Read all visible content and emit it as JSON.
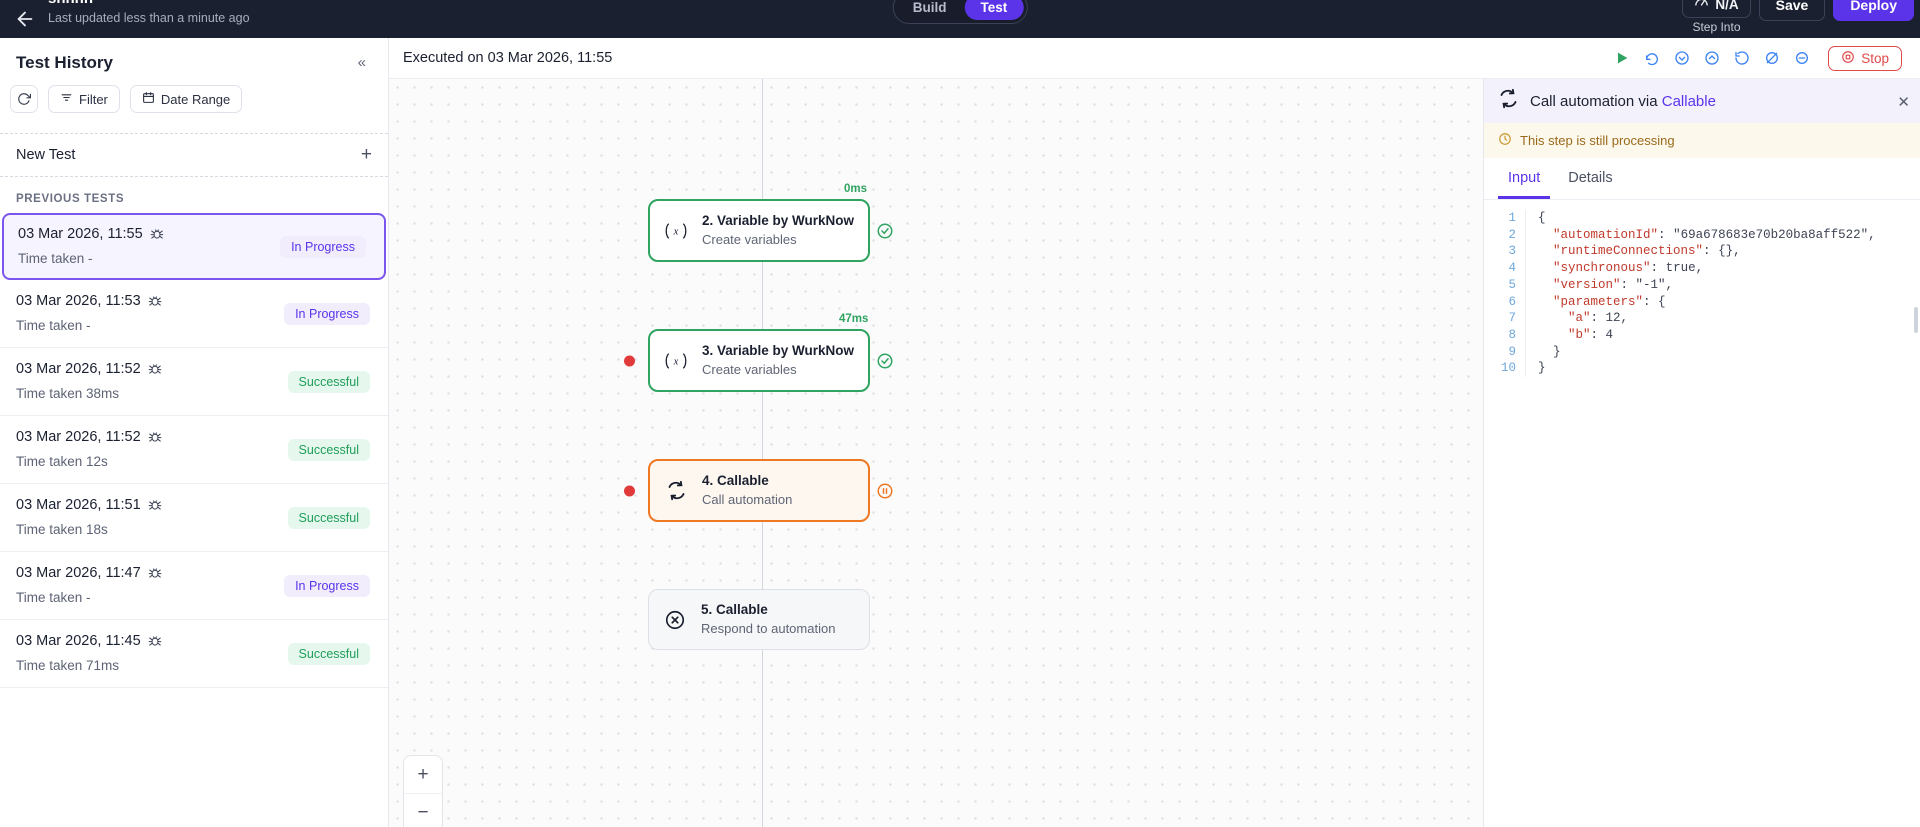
{
  "topbar": {
    "back_icon": "arrow-left-icon",
    "title": "shhhh",
    "subtitle": "Last updated less than a minute ago",
    "mode_build": "Build",
    "mode_test": "Test",
    "step_into_value": "N/A",
    "step_into_label": "Step Into",
    "save_label": "Save",
    "deploy_label": "Deploy",
    "accent": "#5b34ea"
  },
  "sidebar": {
    "title": "Test History",
    "collapse_icon": "chevron-double-left-icon",
    "refresh_icon": "refresh-icon",
    "filter_label": "Filter",
    "date_range_label": "Date Range",
    "new_test_label": "New Test",
    "new_test_plus": "+",
    "previous_tests_label": "PREVIOUS TESTS",
    "tests": [
      {
        "date": "03 Mar 2026, 11:55",
        "time_taken": "Time taken -",
        "status": "In Progress",
        "status_type": "inprogress",
        "selected": true
      },
      {
        "date": "03 Mar 2026, 11:53",
        "time_taken": "Time taken -",
        "status": "In Progress",
        "status_type": "inprogress",
        "selected": false
      },
      {
        "date": "03 Mar 2026, 11:52",
        "time_taken": "Time taken 38ms",
        "status": "Successful",
        "status_type": "successful",
        "selected": false
      },
      {
        "date": "03 Mar 2026, 11:52",
        "time_taken": "Time taken 12s",
        "status": "Successful",
        "status_type": "successful",
        "selected": false
      },
      {
        "date": "03 Mar 2026, 11:51",
        "time_taken": "Time taken 18s",
        "status": "Successful",
        "status_type": "successful",
        "selected": false
      },
      {
        "date": "03 Mar 2026, 11:47",
        "time_taken": "Time taken -",
        "status": "In Progress",
        "status_type": "inprogress",
        "selected": false
      },
      {
        "date": "03 Mar 2026, 11:45",
        "time_taken": "Time taken 71ms",
        "status": "Successful",
        "status_type": "successful",
        "selected": false
      }
    ]
  },
  "canvas": {
    "executed_on": "Executed on 03 Mar 2026, 11:55",
    "tools": [
      "play-icon",
      "step-over-icon",
      "step-into-icon",
      "step-out-icon",
      "restart-icon",
      "disable-breakpoints-icon",
      "resume-icon"
    ],
    "stop_label": "Stop",
    "zoom_in": "+",
    "zoom_out": "−",
    "nodes": [
      {
        "number": "2. Variable by WurkNow",
        "subtitle": "Create variables",
        "icon": "variable-icon",
        "time": "0ms",
        "state": "green",
        "status_icon": "check-circle-icon",
        "breakpoint": false
      },
      {
        "number": "3. Variable by WurkNow",
        "subtitle": "Create variables",
        "icon": "variable-icon",
        "time": "47ms",
        "state": "green",
        "status_icon": "check-circle-icon",
        "breakpoint": true
      },
      {
        "number": "4. Callable",
        "subtitle": "Call automation",
        "icon": "callable-refresh-icon",
        "time": "",
        "state": "orange",
        "status_icon": "pause-circle-icon",
        "breakpoint": true
      },
      {
        "number": "5. Callable",
        "subtitle": "Respond to automation",
        "icon": "cancel-circle-icon",
        "time": "",
        "state": "grey",
        "status_icon": "",
        "breakpoint": false
      }
    ]
  },
  "rpanel": {
    "header_prefix": "Call automation via ",
    "header_accent": "Callable",
    "header_icon": "callable-refresh-icon",
    "close_icon": "close-icon",
    "processing_icon": "clock-icon",
    "processing_text": "This step is still processing",
    "tabs": [
      {
        "label": "Input",
        "active": true
      },
      {
        "label": "Details",
        "active": false
      }
    ],
    "code_lines": [
      {
        "n": "1",
        "text": "{"
      },
      {
        "n": "2",
        "text": "  \"automationId\": \"69a678683e70b20ba8aff522\","
      },
      {
        "n": "3",
        "text": "  \"runtimeConnections\": {},"
      },
      {
        "n": "4",
        "text": "  \"synchronous\": true,"
      },
      {
        "n": "5",
        "text": "  \"version\": \"-1\","
      },
      {
        "n": "6",
        "text": "  \"parameters\": {"
      },
      {
        "n": "7",
        "text": "    \"a\": 12,"
      },
      {
        "n": "8",
        "text": "    \"b\": 4"
      },
      {
        "n": "9",
        "text": "  }"
      },
      {
        "n": "10",
        "text": "}"
      }
    ]
  }
}
